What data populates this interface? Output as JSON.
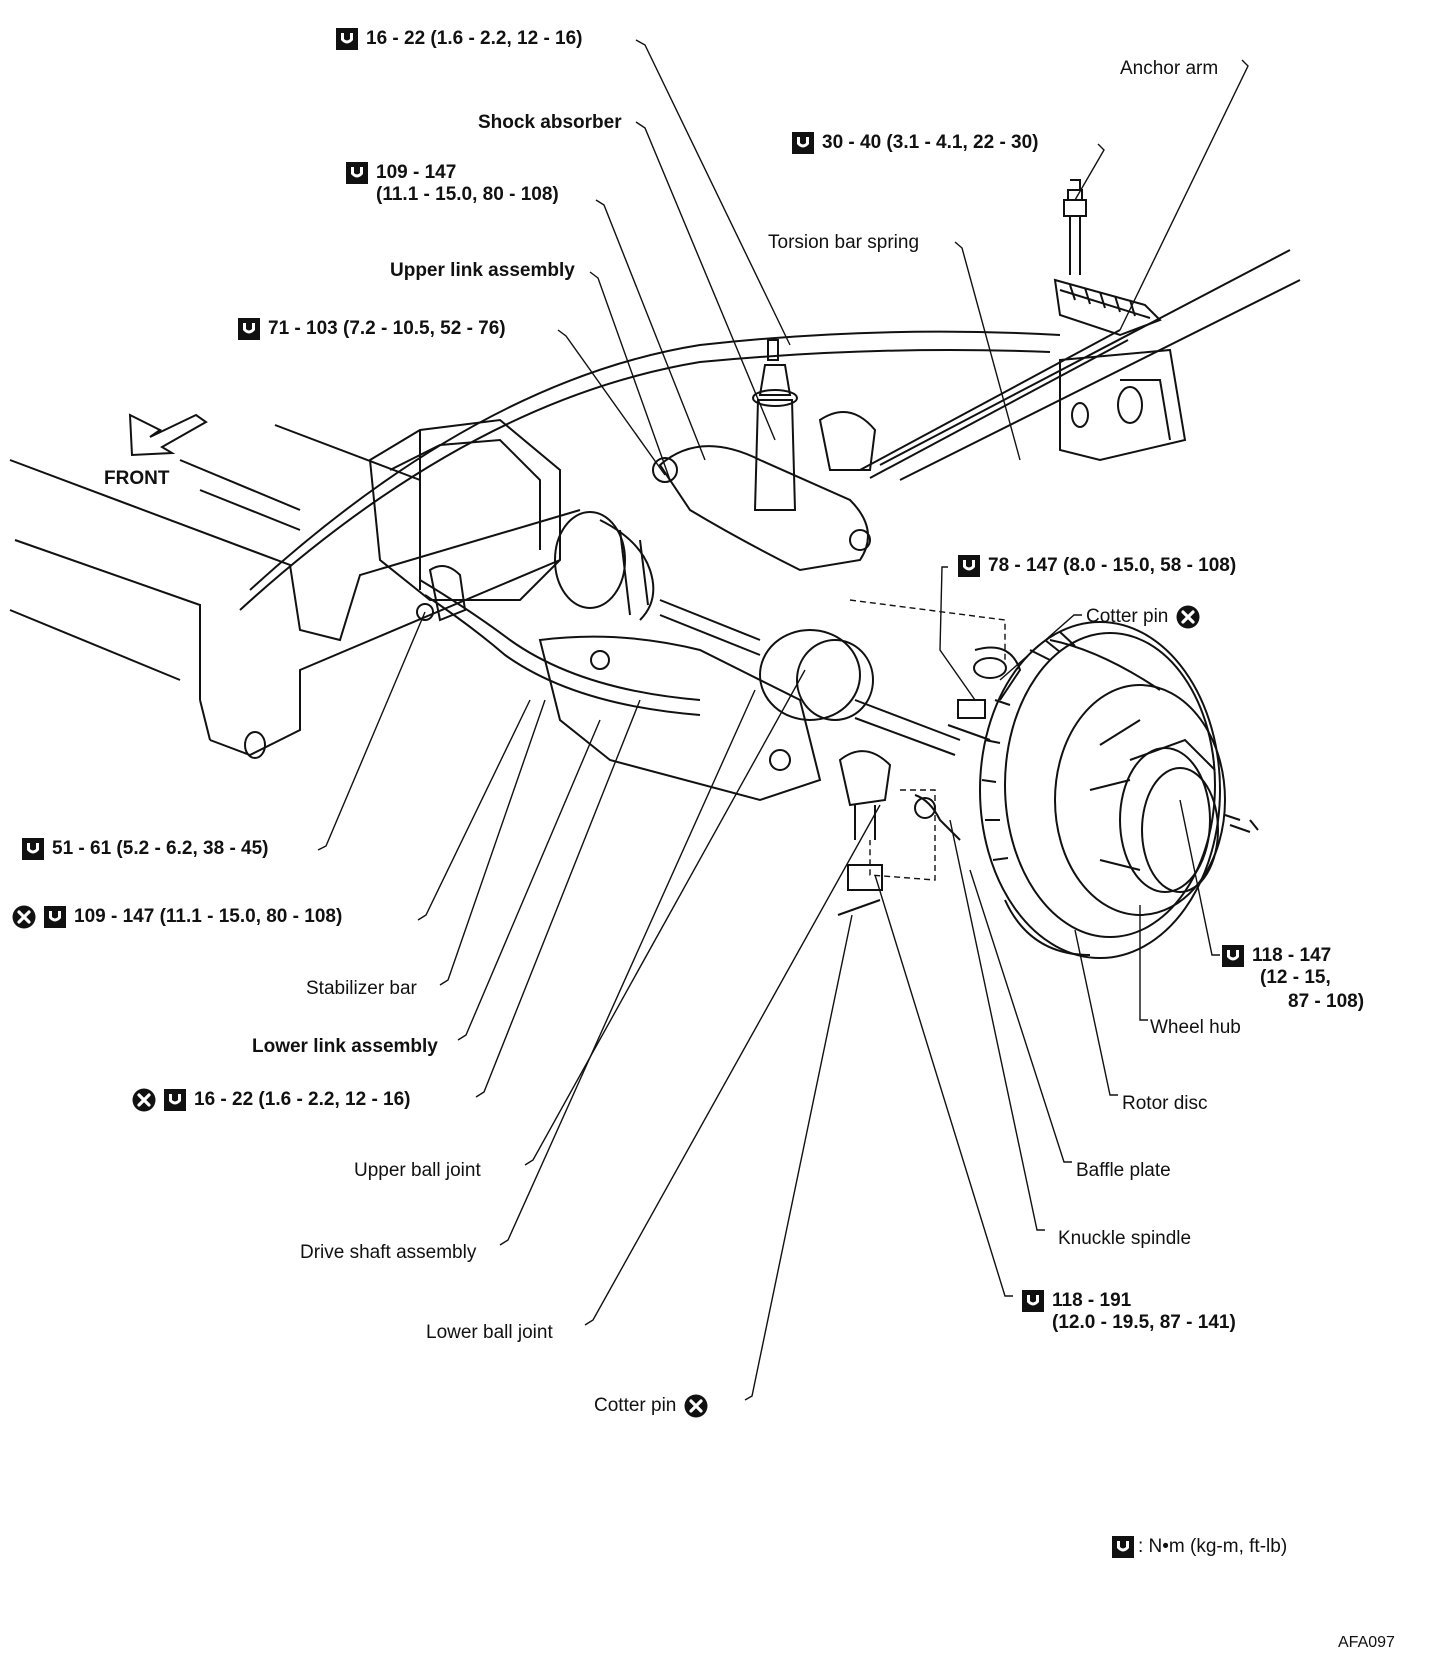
{
  "figure_code": "AFA097",
  "legend": {
    "unit_text": ": N•m (kg-m, ft-lb)"
  },
  "direction": {
    "label": "FRONT"
  },
  "icons": {
    "torque": "torque-wrench-icon",
    "replace": "x-circle-icon"
  },
  "callouts": {
    "top_torque": "16 - 22 (1.6 - 2.2, 12 - 16)",
    "shock_absorber": "Shock absorber",
    "anchor_arm": "Anchor arm",
    "anchor_torque": "30 - 40 (3.1 - 4.1, 22 - 30)",
    "shock_lower_torque_1": "109 - 147",
    "shock_lower_torque_2": "(11.1 - 15.0, 80 - 108)",
    "torsion_bar_spring": "Torsion bar spring",
    "upper_link_assembly": "Upper link assembly",
    "upper_link_torque": "71 - 103 (7.2 - 10.5, 52 - 76)",
    "upper_ball_nut_torque": "78 - 147 (8.0 - 15.0, 58 - 108)",
    "cotter_pin_upper": "Cotter pin",
    "stabilizer_torque": "51 - 61 (5.2 - 6.2, 38 - 45)",
    "lower_link_bolt_torque": "109 - 147 (11.1 - 15.0, 80 - 108)",
    "wheel_hub_torque_1": "118 - 147",
    "wheel_hub_torque_2": "(12 - 15,",
    "wheel_hub_torque_3": "87 - 108)",
    "wheel_hub": "Wheel hub",
    "stabilizer_bar": "Stabilizer bar",
    "rotor_disc": "Rotor disc",
    "lower_link_assembly": "Lower link assembly",
    "stabilizer_link_torque": "16 - 22 (1.6 - 2.2, 12 - 16)",
    "upper_ball_joint": "Upper ball joint",
    "baffle_plate": "Baffle plate",
    "drive_shaft_assembly": "Drive shaft assembly",
    "knuckle_spindle": "Knuckle spindle",
    "lower_ball_nut_torque_1": "118 - 191",
    "lower_ball_nut_torque_2": "(12.0 - 19.5, 87 - 141)",
    "lower_ball_joint": "Lower ball joint",
    "cotter_pin_lower": "Cotter pin"
  }
}
